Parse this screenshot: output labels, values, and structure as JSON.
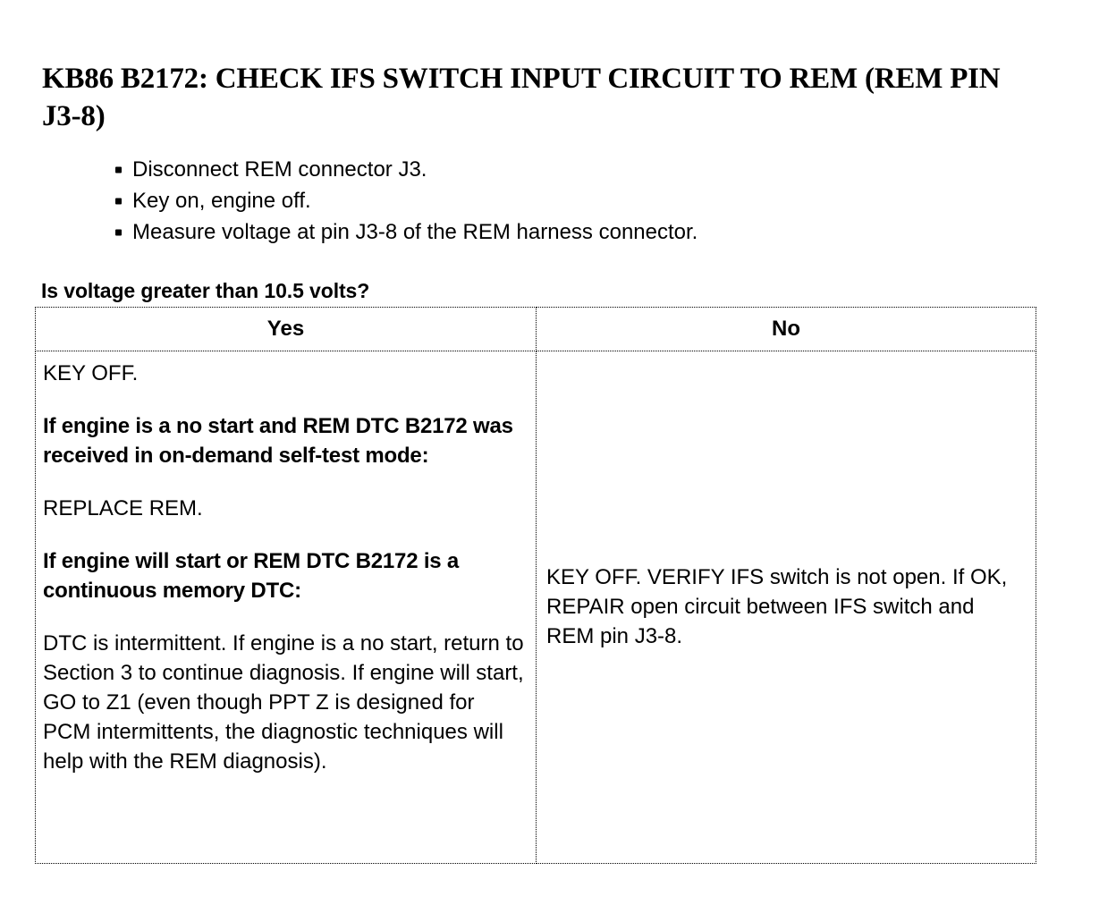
{
  "document": {
    "title": "KB86 B2172: CHECK IFS SWITCH INPUT CIRCUIT TO REM (REM PIN J3-8)"
  },
  "steps": {
    "items": [
      "Disconnect REM connector J3.",
      "Key on, engine off.",
      "Measure voltage at pin J3-8 of the REM harness connector."
    ]
  },
  "question": {
    "text": "Is voltage greater than 10.5 volts?"
  },
  "table": {
    "headers": {
      "yes": "Yes",
      "no": "No"
    },
    "yes_cell": {
      "p1": "KEY OFF.",
      "p2": "If engine is a no start and REM DTC B2172 was received in on-demand self-test mode:",
      "p3": "REPLACE REM.",
      "p4": "If engine will start or REM DTC B2172 is a continuous memory DTC:",
      "p5": "DTC is intermittent. If engine is a no start, return to Section 3 to continue diagnosis. If engine will start, GO to Z1 (even though PPT Z is designed for PCM intermittents, the diagnostic techniques will help with the REM diagnosis)."
    },
    "no_cell": {
      "p1": "KEY OFF. VERIFY IFS switch is not open. If OK, REPAIR open circuit between IFS switch and REM pin J3-8."
    }
  },
  "colors": {
    "text": "#000000",
    "background": "#ffffff",
    "border": "#000000"
  }
}
